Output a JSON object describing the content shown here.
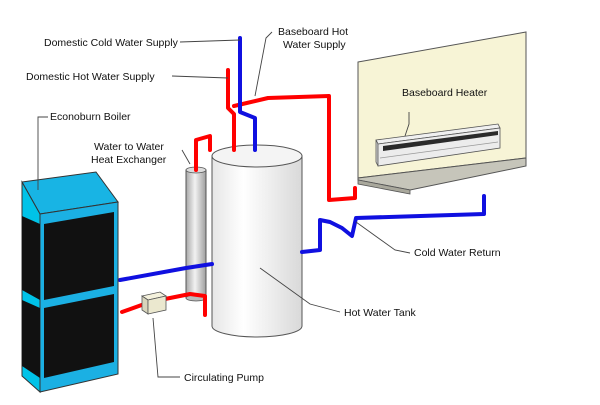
{
  "labels": {
    "domestic_cold_water_supply": "Domestic Cold Water Supply",
    "domestic_hot_water_supply": "Domestic Hot Water Supply",
    "baseboard_hot_water_supply_line1": "Baseboard Hot",
    "baseboard_hot_water_supply_line2": "Water Supply",
    "baseboard_heater": "Baseboard Heater",
    "econoburn_boiler": "Econoburn Boiler",
    "water_to_water_heat_exchanger_line1": "Water to Water",
    "water_to_water_heat_exchanger_line2": "Heat Exchanger",
    "cold_water_return": "Cold Water Return",
    "hot_water_tank": "Hot Water Tank",
    "circulating_pump": "Circulating Pump"
  },
  "colors": {
    "hot_pipe": "#ff0000",
    "cold_pipe": "#1010e0",
    "boiler_front": "#1bb0e3",
    "boiler_side": "#00c3e8",
    "boiler_panel": "#111111",
    "wall": "#f7f4d6",
    "floor_shelf": "#c9c8bd",
    "tank": "#ffffff"
  }
}
